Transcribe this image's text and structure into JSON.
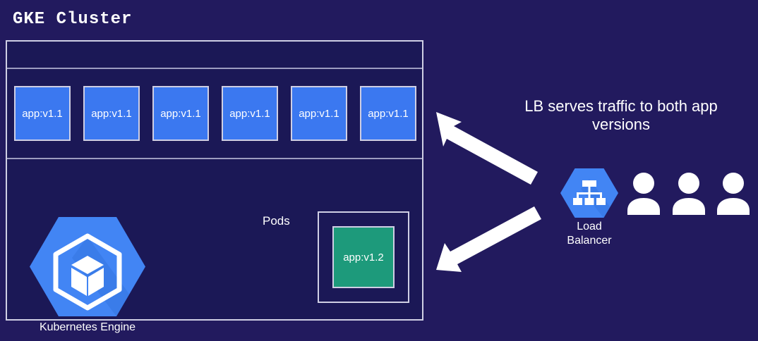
{
  "diagram": {
    "title": "GKE Cluster",
    "background_color": "#221a5e",
    "cluster_fill": "#1b1856",
    "border_color": "#cfcfe4",
    "pod_v1_color": "#3b78f0",
    "pod_v2_color": "#1d9a7b",
    "accent_blue": "#4285f4",
    "text_color": "#ffffff"
  },
  "cluster": {
    "pods_label": "Pods",
    "pods": [
      {
        "label": "app:v1.1",
        "version": "v1.1",
        "color": "#3b78f0"
      },
      {
        "label": "app:v1.1",
        "version": "v1.1",
        "color": "#3b78f0"
      },
      {
        "label": "app:v1.1",
        "version": "v1.1",
        "color": "#3b78f0"
      },
      {
        "label": "app:v1.1",
        "version": "v1.1",
        "color": "#3b78f0"
      },
      {
        "label": "app:v1.1",
        "version": "v1.1",
        "color": "#3b78f0"
      },
      {
        "label": "app:v1.1",
        "version": "v1.1",
        "color": "#3b78f0"
      }
    ],
    "canary_pod": {
      "label": "app:v1.2",
      "version": "v1.2",
      "color": "#1d9a7b"
    },
    "engine": {
      "caption": "Kubernetes Engine",
      "icon": "kubernetes-engine-hexagon-icon"
    }
  },
  "right_panel": {
    "note_line1": "LB serves traffic to both app",
    "note_line2": "versions",
    "load_balancer": {
      "caption_line1": "Load",
      "caption_line2": "Balancer",
      "icon": "load-balancer-hexagon-icon"
    },
    "users": [
      {
        "icon": "user-icon"
      },
      {
        "icon": "user-icon"
      },
      {
        "icon": "user-icon"
      }
    ]
  },
  "arrows": [
    {
      "name": "arrow-lb-to-v1-pods",
      "direction": "up-left"
    },
    {
      "name": "arrow-lb-to-v2-pod",
      "direction": "down-left"
    }
  ]
}
